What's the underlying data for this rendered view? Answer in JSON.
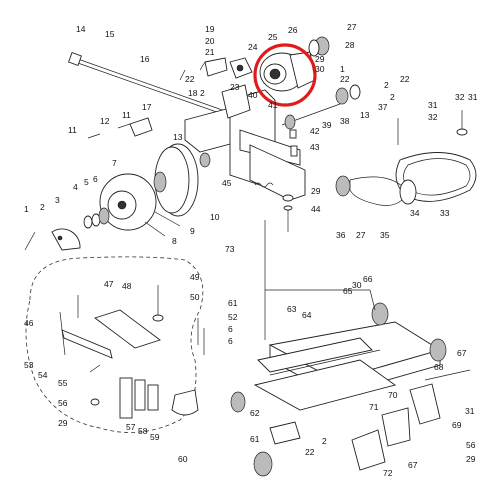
{
  "highlight_color": "#e01b1b",
  "labels": [
    {
      "id": "c14",
      "text": "14"
    },
    {
      "id": "c15",
      "text": "15"
    },
    {
      "id": "c16",
      "text": "16"
    },
    {
      "id": "c19",
      "text": "19"
    },
    {
      "id": "c20",
      "text": "20"
    },
    {
      "id": "c21",
      "text": "21"
    },
    {
      "id": "c24",
      "text": "24"
    },
    {
      "id": "c25",
      "text": "25"
    },
    {
      "id": "c26",
      "text": "26"
    },
    {
      "id": "c27a",
      "text": "27"
    },
    {
      "id": "c28",
      "text": "28"
    },
    {
      "id": "c29a",
      "text": "29"
    },
    {
      "id": "c30a",
      "text": "30"
    },
    {
      "id": "c1a",
      "text": "1"
    },
    {
      "id": "c22a",
      "text": "22"
    },
    {
      "id": "c22b",
      "text": "22"
    },
    {
      "id": "c2a",
      "text": "2"
    },
    {
      "id": "c23",
      "text": "23"
    },
    {
      "id": "c37",
      "text": "37"
    },
    {
      "id": "c2b",
      "text": "2"
    },
    {
      "id": "c22c",
      "text": "22"
    },
    {
      "id": "c17",
      "text": "17"
    },
    {
      "id": "c18",
      "text": "18"
    },
    {
      "id": "c40",
      "text": "40"
    },
    {
      "id": "c41",
      "text": "41"
    },
    {
      "id": "c13a",
      "text": "13"
    },
    {
      "id": "c38",
      "text": "38"
    },
    {
      "id": "c31a",
      "text": "31"
    },
    {
      "id": "c32a",
      "text": "32"
    },
    {
      "id": "c32b",
      "text": "32"
    },
    {
      "id": "c31b",
      "text": "31"
    },
    {
      "id": "c2c",
      "text": "2"
    },
    {
      "id": "c11a",
      "text": "11"
    },
    {
      "id": "c11b",
      "text": "11"
    },
    {
      "id": "c12",
      "text": "12"
    },
    {
      "id": "c42",
      "text": "42"
    },
    {
      "id": "c39",
      "text": "39"
    },
    {
      "id": "c43",
      "text": "43"
    },
    {
      "id": "c13b",
      "text": "13"
    },
    {
      "id": "c7",
      "text": "7"
    },
    {
      "id": "c45",
      "text": "45"
    },
    {
      "id": "c29b",
      "text": "29"
    },
    {
      "id": "c44",
      "text": "44"
    },
    {
      "id": "c4",
      "text": "4"
    },
    {
      "id": "c5",
      "text": "5"
    },
    {
      "id": "c6a",
      "text": "6"
    },
    {
      "id": "c1b",
      "text": "1"
    },
    {
      "id": "c2d",
      "text": "2"
    },
    {
      "id": "c3",
      "text": "3"
    },
    {
      "id": "c9",
      "text": "9"
    },
    {
      "id": "c10",
      "text": "10"
    },
    {
      "id": "c8",
      "text": "8"
    },
    {
      "id": "c34",
      "text": "34"
    },
    {
      "id": "c33",
      "text": "33"
    },
    {
      "id": "c36",
      "text": "36"
    },
    {
      "id": "c27b",
      "text": "27"
    },
    {
      "id": "c35",
      "text": "35"
    },
    {
      "id": "c73",
      "text": "73"
    },
    {
      "id": "c49",
      "text": "49"
    },
    {
      "id": "c47",
      "text": "47"
    },
    {
      "id": "c48",
      "text": "48"
    },
    {
      "id": "c66",
      "text": "66"
    },
    {
      "id": "c30b",
      "text": "30"
    },
    {
      "id": "c65",
      "text": "65"
    },
    {
      "id": "c50",
      "text": "50"
    },
    {
      "id": "c46",
      "text": "46"
    },
    {
      "id": "c61a",
      "text": "61"
    },
    {
      "id": "c63",
      "text": "63"
    },
    {
      "id": "c64",
      "text": "64"
    },
    {
      "id": "c52",
      "text": "52"
    },
    {
      "id": "c6b",
      "text": "6"
    },
    {
      "id": "c6c",
      "text": "6"
    },
    {
      "id": "c53",
      "text": "53"
    },
    {
      "id": "c54",
      "text": "54"
    },
    {
      "id": "c67a",
      "text": "67"
    },
    {
      "id": "c55",
      "text": "55"
    },
    {
      "id": "c68",
      "text": "68"
    },
    {
      "id": "c56a",
      "text": "56"
    },
    {
      "id": "c70",
      "text": "70"
    },
    {
      "id": "c69",
      "text": "69"
    },
    {
      "id": "c31c",
      "text": "31"
    },
    {
      "id": "c29c",
      "text": "29"
    },
    {
      "id": "c57",
      "text": "57"
    },
    {
      "id": "c58",
      "text": "58"
    },
    {
      "id": "c59",
      "text": "59"
    },
    {
      "id": "c62",
      "text": "62"
    },
    {
      "id": "c71",
      "text": "71"
    },
    {
      "id": "c60",
      "text": "60"
    },
    {
      "id": "c61b",
      "text": "61"
    },
    {
      "id": "c2e",
      "text": "2"
    },
    {
      "id": "c22d",
      "text": "22"
    },
    {
      "id": "c56b",
      "text": "56"
    },
    {
      "id": "c29d",
      "text": "29"
    },
    {
      "id": "c67b",
      "text": "67"
    },
    {
      "id": "c72",
      "text": "72"
    }
  ]
}
